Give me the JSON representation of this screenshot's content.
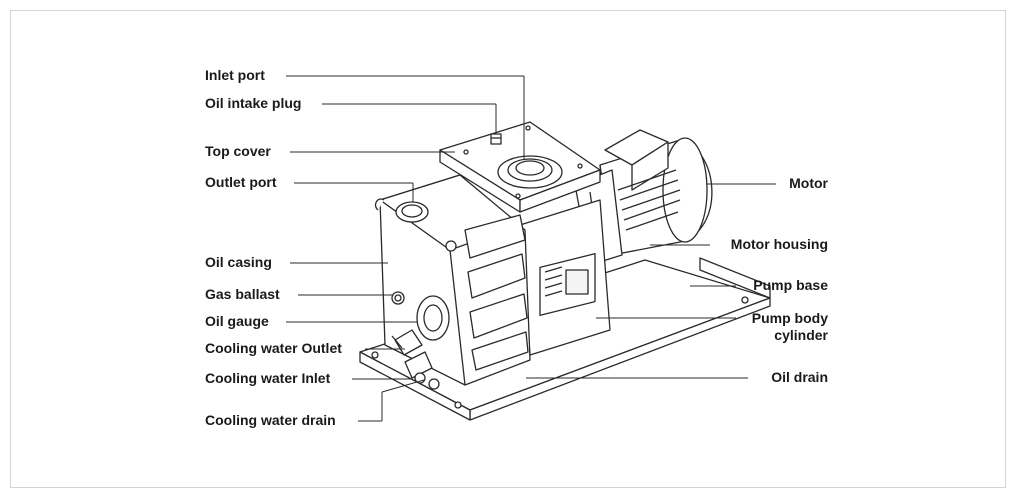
{
  "labels": {
    "inlet_port": "Inlet port",
    "oil_intake_plug": "Oil intake plug",
    "top_cover": "Top cover",
    "outlet_port": "Outlet port",
    "oil_casing": "Oil casing",
    "gas_ballast": "Gas ballast",
    "oil_gauge": "Oil gauge",
    "cooling_water_outlet": "Cooling water Outlet",
    "cooling_water_inlet": "Cooling water Inlet",
    "cooling_water_drain": "Cooling water drain",
    "motor": "Motor",
    "motor_housing": "Motor housing",
    "pump_base": "Pump base",
    "pump_body_cylinder_line1": "Pump body",
    "pump_body_cylinder_line2": "cylinder",
    "oil_drain": "Oil drain"
  },
  "colors": {
    "line": "#2a2a2a",
    "frame": "#d4d4d4",
    "text": "#1a1a1a"
  }
}
